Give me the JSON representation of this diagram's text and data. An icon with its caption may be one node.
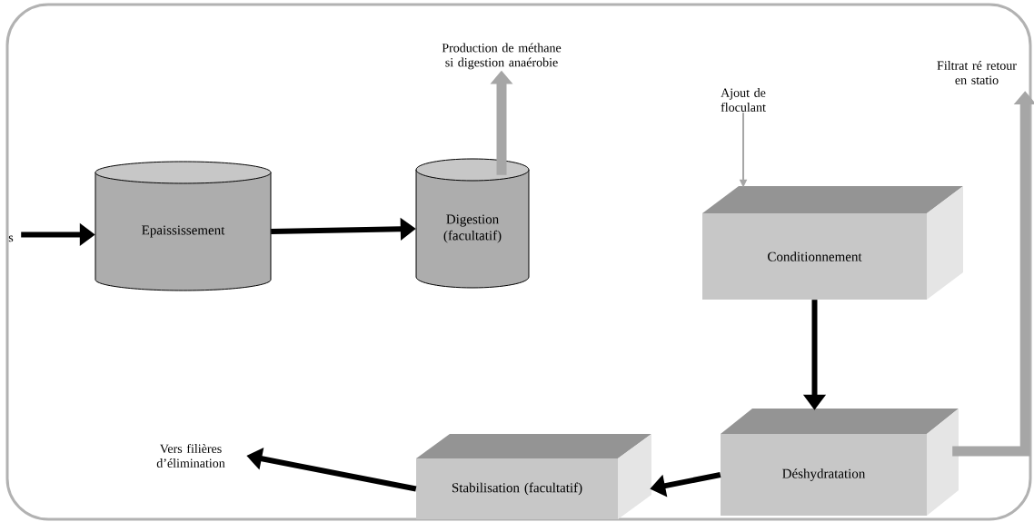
{
  "diagram": {
    "nodes": [
      {
        "text": [
          "s"
        ]
      },
      {
        "text": [
          "Epaississement"
        ]
      },
      {
        "text": [
          "Digestion (facultatif)"
        ]
      },
      {
        "text": [
          "Production de méthane si digestion anaérobie"
        ]
      },
      {
        "text": [
          "Ajout de floculant"
        ]
      },
      {
        "text": [
          "Conditionnement"
        ]
      },
      {
        "text": [
          "Filtrat ré retour en statio"
        ]
      },
      {
        "text": [
          "Stabilisation (facultatif)"
        ]
      },
      {
        "text": [
          "Déshydratation"
        ]
      },
      {
        "text": [
          "Vers filières d’élimination"
        ]
      }
    ],
    "edges": [
      {
        "from": 0,
        "to": 1,
        "arrow": "to"
      },
      {
        "from": 1,
        "to": 2,
        "arrow": "to"
      },
      {
        "from": 2,
        "to": 3,
        "arrow": "to",
        "style": "thick",
        "color": "#a6a6a6"
      },
      {
        "from": 4,
        "to": 5,
        "arrow": "to",
        "color": "#a6a6a6"
      },
      {
        "from": 5,
        "to": 8,
        "arrow": "to"
      },
      {
        "from": 8,
        "to": 6,
        "arrow": "to",
        "style": "thick",
        "color": "#a6a6a6"
      },
      {
        "from": 8,
        "to": 7,
        "arrow": "to"
      },
      {
        "from": 7,
        "to": 9,
        "arrow": "to"
      }
    ]
  }
}
